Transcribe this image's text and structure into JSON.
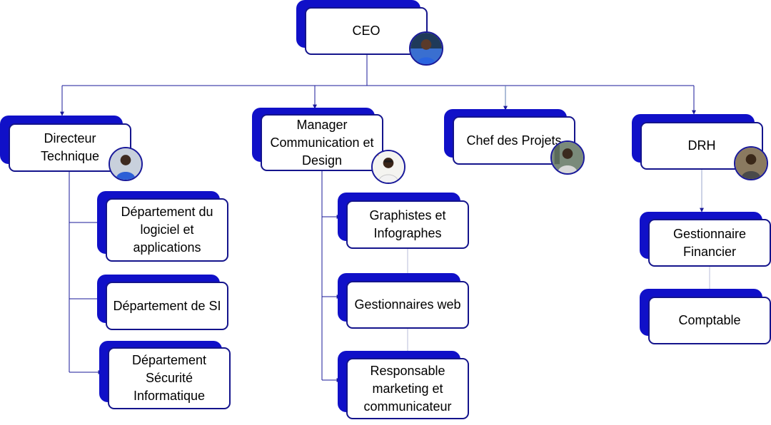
{
  "diagram": {
    "type": "org-chart",
    "colors": {
      "box_shadow": "#1010c8",
      "box_border": "#14148c",
      "connector": "#1a1a9a"
    },
    "nodes": {
      "ceo": "CEO",
      "directeur_technique": "Directeur Technique",
      "manager_comm": "Manager Communication et Design",
      "chef_projets": "Chef des Projets",
      "drh": "DRH",
      "dept_logiciel": "Département du logiciel et applications",
      "dept_si": "Département de SI",
      "dept_securite": "Département Sécurité Informatique",
      "graphistes": "Graphistes et Infographes",
      "gestionnaires_web": "Gestionnaires web",
      "resp_marketing": "Responsable marketing et communicateur",
      "gestionnaire_financier": "Gestionnaire Financier",
      "comptable": "Comptable"
    },
    "avatars": [
      "person-photo-icon",
      "person-photo-icon",
      "person-photo-icon",
      "person-photo-icon",
      "person-photo-icon"
    ]
  }
}
